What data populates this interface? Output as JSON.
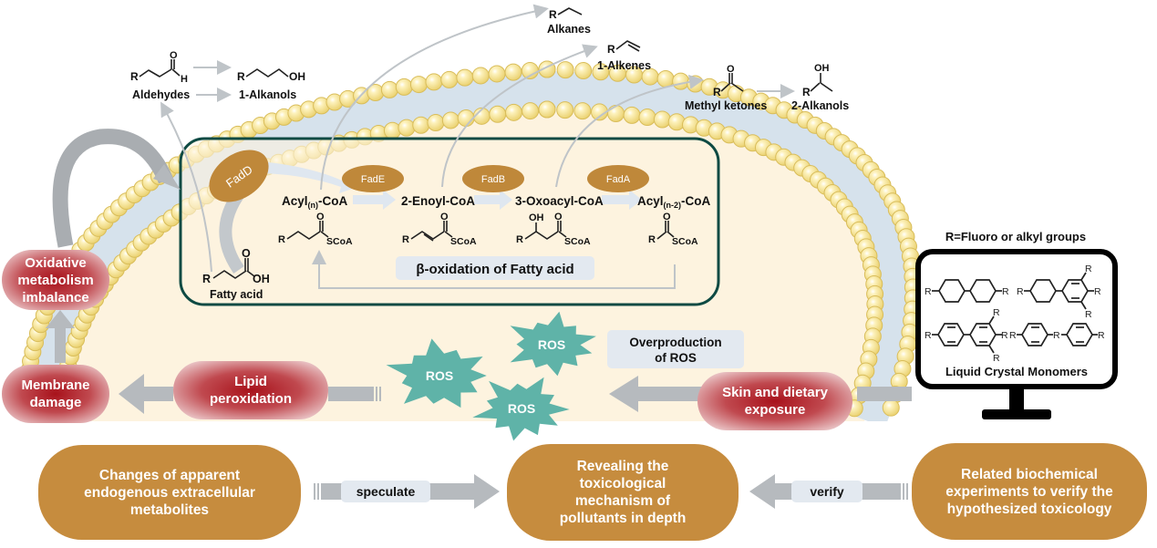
{
  "products": {
    "aldehydes": "Aldehydes",
    "alkanols1": "1-Alkanols",
    "alkanes": "Alkanes",
    "alkenes1": "1-Alkenes",
    "methyl_ketones": "Methyl ketones",
    "alkanols2": "2-Alkanols"
  },
  "atoms": {
    "R": "R",
    "H": "H",
    "O": "O",
    "OH": "OH",
    "SCoA": "SCoA"
  },
  "enzymes": {
    "fadd": "FadD",
    "fade": "FadE",
    "fadb": "FadB",
    "fada": "FadA"
  },
  "pathway": {
    "acyl_n": {
      "main": "Acyl",
      "sub": "(n)",
      "tail": "-CoA"
    },
    "enoyl": "2-Enoyl-CoA",
    "oxoacyl": "3-Oxoacyl-CoA",
    "acyl_n2": {
      "main": "Acyl",
      "sub": "(n-2)",
      "tail": "-CoA"
    },
    "fatty_acid": "Fatty acid",
    "title": "β-oxidation of Fatty acid"
  },
  "ros": {
    "label": "ROS",
    "overproduction_line1": "Overproduction",
    "overproduction_line2": "of ROS"
  },
  "effects": {
    "oxidative": "Oxidative metabolism imbalance",
    "membrane": "Membrane damage",
    "lipid": "Lipid peroxidation",
    "exposure": "Skin and dietary exposure"
  },
  "lcm": {
    "r_note": "R=Fluoro or alkyl groups",
    "title": "Liquid Crystal Monomers"
  },
  "bottom": {
    "changes": "Changes of apparent endogenous extracellular metabolites",
    "revealing": "Revealing the toxicological mechanism of pollutants in depth",
    "related": "Related biochemical experiments to verify the hypothesized toxicology",
    "speculate": "speculate",
    "verify": "verify"
  },
  "colors": {
    "cytoplasm": "#fdf3df",
    "membrane_head": "#f9e79a",
    "membrane_band": "#dce6ef",
    "enzyme_gold": "#bf883a",
    "box_border": "#0e4a43",
    "ros_teal": "#5fb3a8",
    "gray_arrow": "#b8bcc0"
  }
}
